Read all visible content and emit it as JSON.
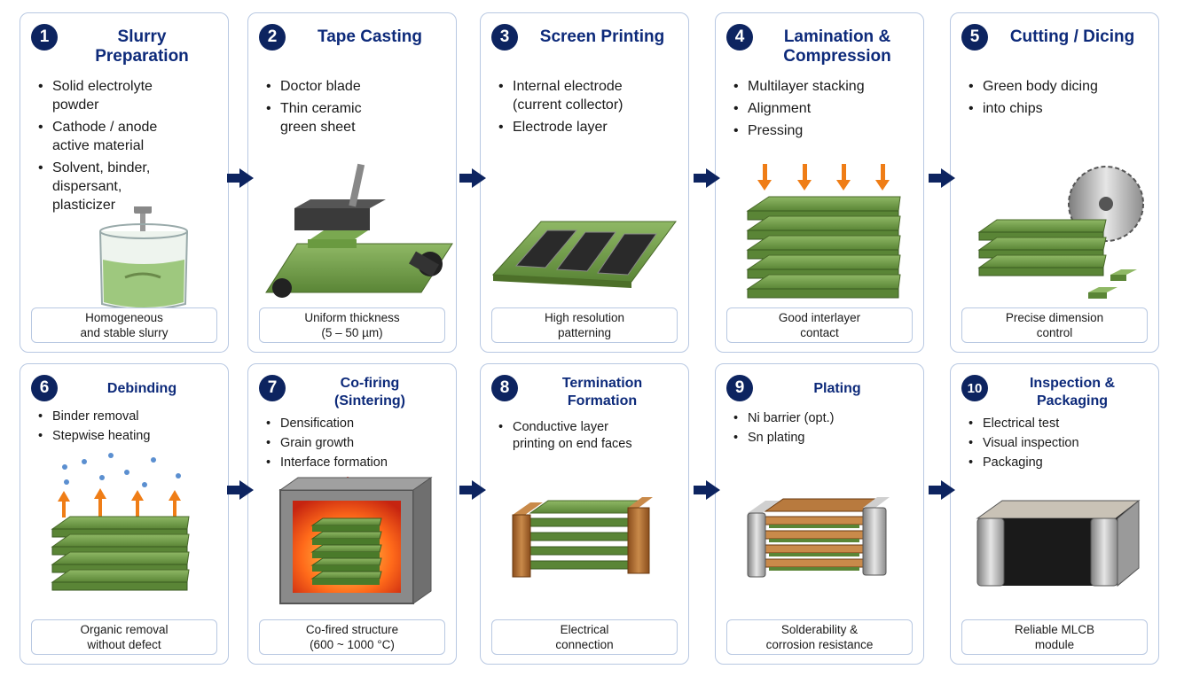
{
  "steps": [
    {
      "number": "1",
      "title": "Slurry\nPreparation",
      "bullets": [
        "Solid electrolyte\npowder",
        "Cathode / anode\nactive material",
        "Solvent, binder,\ndispersant,\nplasticizer"
      ],
      "caption": "Homogeneous\nand stable slurry",
      "icon": "beaker-stirrer-icon"
    },
    {
      "number": "2",
      "title": "Tape Casting",
      "bullets": [
        "Doctor blade",
        "Thin ceramic\ngreen sheet"
      ],
      "caption": "Uniform thickness\n(5 – 50 µm)",
      "icon": "doctor-blade-icon"
    },
    {
      "number": "3",
      "title": "Screen Printing",
      "bullets": [
        "Internal electrode\n(current collector)",
        "Electrode layer"
      ],
      "caption": "High resolution\npatterning",
      "icon": "printed-sheet-icon"
    },
    {
      "number": "4",
      "title": "Lamination &\nCompression",
      "bullets": [
        "Multilayer stacking",
        "Alignment",
        "Pressing"
      ],
      "caption": "Good interlayer\ncontact",
      "icon": "press-stack-icon"
    },
    {
      "number": "5",
      "title": "Cutting / Dicing",
      "bullets": [
        "Green body dicing",
        "into chips"
      ],
      "caption": "Precise dimension\ncontrol",
      "icon": "saw-dicing-icon"
    },
    {
      "number": "6",
      "title": "Debinding",
      "bullets": [
        "Binder removal",
        "Stepwise heating"
      ],
      "caption": "Organic removal\nwithout defect",
      "icon": "debinding-stack-icon"
    },
    {
      "number": "7",
      "title": "Co-firing\n(Sintering)",
      "bullets": [
        "Densification",
        "Grain growth",
        "Interface formation"
      ],
      "caption": "Co-fired structure\n(600 ~ 1000 °C)",
      "icon": "furnace-icon"
    },
    {
      "number": "8",
      "title": "Termination\nFormation",
      "bullets": [
        "Conductive layer\nprinting on end faces"
      ],
      "caption": "Electrical\nconnection",
      "icon": "terminated-chip-icon"
    },
    {
      "number": "9",
      "title": "Plating",
      "bullets": [
        "Ni barrier (opt.)",
        "Sn plating"
      ],
      "caption": "Solderability &\ncorrosion resistance",
      "icon": "plated-chip-icon"
    },
    {
      "number": "10",
      "title": "Inspection &\nPackaging",
      "bullets": [
        "Electrical test",
        "Visual inspection",
        "Packaging"
      ],
      "caption": "Reliable MLCB\nmodule",
      "icon": "packaged-chip-icon"
    }
  ],
  "colors": {
    "accent": "#0d2460",
    "title": "#0d2a7a",
    "border": "#b8c8e2",
    "green": "#6e9a45",
    "arrow": "#ef7d16",
    "copper": "#a8652a"
  }
}
